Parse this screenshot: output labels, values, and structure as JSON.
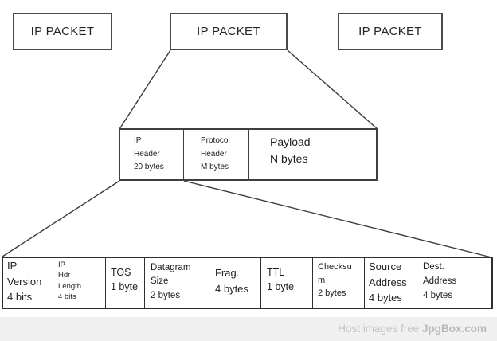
{
  "top_packets": [
    {
      "label": "IP PACKET"
    },
    {
      "label": "IP PACKET"
    },
    {
      "label": "IP PACKET"
    }
  ],
  "packet_segments": [
    {
      "text": "IP\nHeader\n20 bytes"
    },
    {
      "text": "Protocol\nHeader\nM bytes"
    },
    {
      "text": "Payload\nN bytes"
    }
  ],
  "ip_header_fields": [
    {
      "text": "IP\nVersion\n4 bits"
    },
    {
      "text": "IP\nHdr\nLength\n4 bits"
    },
    {
      "text": "TOS\n1 byte"
    },
    {
      "text": "Datagram\nSize\n2 bytes"
    },
    {
      "text": "Frag.\n4 bytes"
    },
    {
      "text": "TTL\n1 byte"
    },
    {
      "text": "Checksu\nm\n2 bytes"
    },
    {
      "text": "Source\nAddress\n4 bytes"
    },
    {
      "text": "Dest.\nAddress\n4 bytes"
    }
  ],
  "watermark": {
    "prefix": "Host images free ",
    "brand": "JpgBox.com"
  },
  "colors": {
    "line": "#3d3d3d",
    "watermark_bg": "#f0f0f0",
    "watermark_text": "#c4c4c4"
  }
}
